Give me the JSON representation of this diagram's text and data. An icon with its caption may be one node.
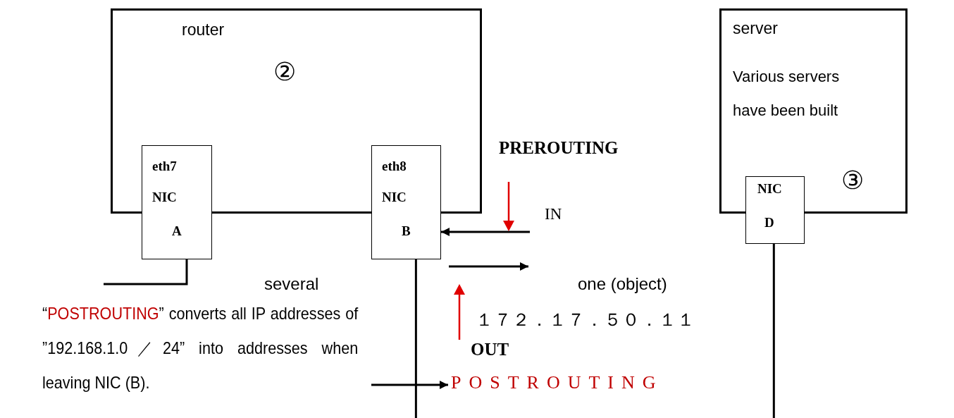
{
  "diagram": {
    "nodes": [
      {
        "text": [
          "router",
          "②"
        ]
      },
      {
        "text": [
          "eth7",
          "NIC",
          "A"
        ]
      },
      {
        "text": [
          "eth8",
          "NIC",
          "B"
        ]
      },
      {
        "text": [
          "server",
          "Various servers have been built",
          "③"
        ]
      },
      {
        "text": [
          "NIC",
          "D"
        ]
      },
      {
        "text": [
          "“*POSTROUTING*” converts all IP addresses of ”192.168.1.0／24” into addresses when leaving NIC (B)."
        ]
      },
      {
        "text": [
          "POSTROUTING"
        ]
      }
    ],
    "edges": [
      {
        "from": 1,
        "to": null,
        "arrow": "none"
      },
      {
        "from": 2,
        "to": null,
        "arrow": "none"
      },
      {
        "from": 4,
        "to": null,
        "arrow": "none"
      },
      {
        "from": null,
        "to": 2,
        "arrow": "to"
      },
      {
        "from": 2,
        "to": null,
        "arrow": "to"
      },
      {
        "from": 5,
        "to": 6,
        "arrow": "to"
      }
    ],
    "labels": [
      "PREROUTING",
      "IN",
      "several",
      "one (object)",
      "１７２．１７．５０．１１",
      "OUT"
    ]
  }
}
